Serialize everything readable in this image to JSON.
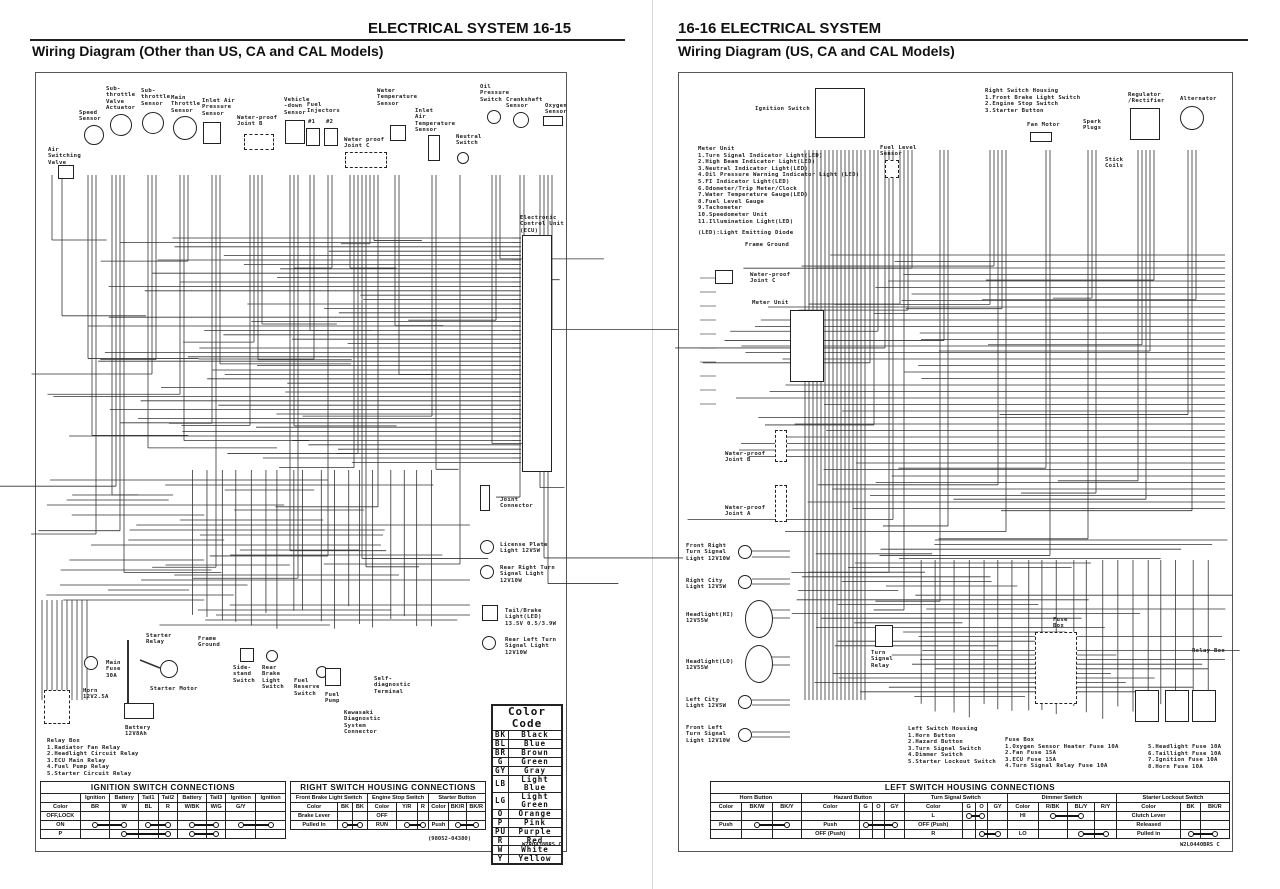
{
  "left_page": {
    "header": "ELECTRICAL SYSTEM 16-15",
    "subtitle": "Wiring Diagram (Other than US, CA and CAL Models)",
    "components": {
      "air_switching_valve": "Air\nSwitching\nValve",
      "speed_sensor": "Speed\nSensor",
      "sub_throttle_actuator": "Sub-\nthrottle\nValve\nActuator",
      "sub_throttle_sensor": "Sub-\nthrottle\nSensor",
      "main_throttle_sensor": "Main\nThrottle\nSensor",
      "inlet_air_pressure": "Inlet Air\nPressure\nSensor",
      "joint_b": "Water-proof\nJoint B",
      "vehicle_down": "Vehicle\n-down\nSensor",
      "fuel_injectors": "Fuel\nInjectors",
      "inj1": "#1",
      "inj2": "#2",
      "joint_c": "Water proof\nJoint C",
      "water_temp": "Water\nTemperature\nSensor",
      "inlet_air_temp": "Inlet\nAir\nTemperature\nSensor",
      "neutral_switch": "Neutral\nSwitch",
      "oil_pressure": "Oil\nPressure\nSwitch",
      "crankshaft": "Crankshaft\nSensor",
      "oxygen": "Oxygen\nSensor",
      "ecu": "Electronic\nControl Unit\n(ECU)",
      "joint_connector": "Joint\nConnector",
      "license_light": "License Plate\nLight 12V5W",
      "rear_right_turn": "Rear Right Turn\nSignal Light\n12V10W",
      "tail_brake": "Tail/Brake\nLight(LED)\n13.5V 0.5/3.9W",
      "rear_left_turn": "Rear Left Turn\nSignal Light\n12V10W",
      "starter_relay": "Starter\nRelay",
      "main_fuse": "Main\nFuse\n30A",
      "horn": "Horn\n12V2.5A",
      "starter_motor": "Starter Motor",
      "battery": "Battery\n12V8Ah",
      "frame_ground": "Frame\nGround",
      "sidestand": "Side-\nstand\nSwitch",
      "rear_brake_switch": "Rear\nBrake\nLight\nSwitch",
      "fuel_reserve": "Fuel\nReserve\nSwitch",
      "fuel_pump": "Fuel\nPump",
      "kds_connector": "Kawasaki\nDiagnostic\nSystem\nConnector",
      "self_diag": "Self-\ndiagnostic\nTerminal"
    },
    "relay_box_legend": [
      "Relay Box",
      "1.Radiator Fan Relay",
      "2.Headlight Circuit Relay",
      "3.ECU Main Relay",
      "4.Fuel Pump Relay",
      "5.Starter Circuit Relay"
    ],
    "ignition_table": {
      "title": "IGNITION SWITCH CONNECTIONS",
      "header": [
        "",
        "Ignition",
        "Battery",
        "Tail1",
        "Tail2",
        "Battery",
        "Tail3",
        "Ignition",
        "Ignition"
      ],
      "colors": [
        "Color",
        "BR",
        "W",
        "BL",
        "R",
        "W/BK",
        "W/G",
        "G/Y",
        ""
      ],
      "rows": [
        {
          "label": "OFF,LOCK",
          "connections": []
        },
        {
          "label": "ON",
          "connections": [
            [
              1,
              2
            ],
            [
              3,
              4
            ],
            [
              5,
              6
            ],
            [
              7,
              8
            ]
          ]
        },
        {
          "label": "P",
          "connections": [
            [
              2,
              4
            ],
            [
              5,
              6
            ]
          ]
        }
      ]
    },
    "right_switch_table": {
      "title": "RIGHT SWITCH HOUSING CONNECTIONS",
      "groups": [
        "Front Brake Light Switch",
        "Engine Stop Switch",
        "Starter Button"
      ],
      "colors": [
        "Color",
        "BK",
        "BK",
        "Color",
        "Y/R",
        "R",
        "Color",
        "BK/R",
        "BK/R"
      ],
      "rows": [
        {
          "cells": [
            "Brake Lever",
            "",
            "",
            "OFF",
            "",
            "",
            "",
            "",
            ""
          ],
          "connections": []
        },
        {
          "cells": [
            "Pulled In",
            "",
            "",
            "RUN",
            "",
            "",
            "Push",
            "",
            ""
          ],
          "connections": [
            [
              1,
              2
            ],
            [
              4,
              5
            ],
            [
              7,
              8
            ]
          ]
        }
      ],
      "part_number": "(98052-04380)"
    },
    "color_code": {
      "title": "Color Code",
      "entries": [
        [
          "BK",
          "Black"
        ],
        [
          "BL",
          "Blue"
        ],
        [
          "BR",
          "Brown"
        ],
        [
          "G",
          "Green"
        ],
        [
          "GY",
          "Gray"
        ],
        [
          "LB",
          "Light Blue"
        ],
        [
          "LG",
          "Light Green"
        ],
        [
          "O",
          "Orange"
        ],
        [
          "P",
          "Pink"
        ],
        [
          "PU",
          "Purple"
        ],
        [
          "R",
          "Red"
        ],
        [
          "W",
          "White"
        ],
        [
          "Y",
          "Yellow"
        ]
      ]
    },
    "figure_code": "W2R0438BRS C"
  },
  "right_page": {
    "header": "16-16 ELECTRICAL SYSTEM",
    "subtitle": "Wiring Diagram (US, CA and CAL Models)",
    "components": {
      "ignition_switch": "Ignition Switch",
      "fuel_level": "Fuel Level\nSensor",
      "frame_ground": "Frame Ground",
      "joint_c": "Water-proof\nJoint C",
      "meter_unit": "Meter Unit",
      "fan_motor": "Fan Motor",
      "spark_plugs": "Spark\nPlugs",
      "stick_coils": "Stick\nCoils",
      "regulator": "Regulator\n/Rectifier",
      "alternator": "Alternator",
      "joint_b": "Water-proof\nJoint B",
      "joint_a": "Water-proof\nJoint A",
      "front_right_turn": "Front Right\nTurn Signal\nLight 12V10W",
      "right_city": "Right City\nLight 12V5W",
      "headlight_hi": "Headlight(HI)\n12V55W",
      "headlight_lo": "Headlight(LO)\n12V55W",
      "left_city": "Left City\nLight 12V5W",
      "front_left_turn": "Front Left\nTurn Signal\nLight 12V10W",
      "turn_signal_relay": "Turn\nSignal\nRelay",
      "fuse_box": "Fuse\nBox",
      "relay_box": "Relay Box"
    },
    "meter_legend": [
      "Meter Unit",
      "1.Turn Signal Indicator Light(LED)",
      "2.High Beam Indicator Light(LED)",
      "3.Neutral Indicator Light(LED)",
      "4.Oil Pressure Warning Indicator Light (LED)",
      "5.FI Indicator Light(LED)",
      "6.Odometer/Trip Meter/Clock",
      "7.Water Temperature Gauge(LED)",
      "8.Fuel Level Gauge",
      "9.Tachometer",
      "10.Speedometer Unit",
      "11.Illumination Light(LED)"
    ],
    "led_note": "(LED):Light Emitting Diode",
    "right_switch_legend": [
      "Right Switch Housing",
      "1.Front Brake Light Switch",
      "2.Engine Stop Switch",
      "3.Starter Button"
    ],
    "left_switch_legend": [
      "Left Switch Housing",
      "1.Horn Button",
      "2.Hazard Button",
      "3.Turn Signal Switch",
      "4.Dimmer Switch",
      "5.Starter Lockout Switch"
    ],
    "fuse_box_legend": [
      "Fuse Box",
      "1.Oxygen Sensor Heater Fuse 10A",
      "2.Fan Fuse 15A",
      "3.ECU Fuse 15A",
      "4.Turn Signal Relay Fuse 10A"
    ],
    "fuse_box_legend2": [
      "5.Headlight Fuse 10A",
      "6.Taillight Fuse 10A",
      "7.Ignition Fuse 10A",
      "8.Horn Fuse 10A"
    ],
    "left_switch_table": {
      "title": "LEFT SWITCH HOUSING CONNECTIONS",
      "groups": [
        [
          "Horn Button",
          3
        ],
        [
          "Hazard Button",
          4
        ],
        [
          "Turn Signal Switch",
          4
        ],
        [
          "Dimmer Switch",
          4
        ],
        [
          "Starter Lockout Switch",
          3
        ]
      ],
      "colors": [
        "Color",
        "BK/W",
        "BK/Y",
        "Color",
        "G",
        "O",
        "GY",
        "Color",
        "G",
        "O",
        "GY",
        "Color",
        "R/BK",
        "BL/Y",
        "R/Y",
        "Color",
        "BK",
        "BK/R"
      ],
      "rows": [
        {
          "cells": [
            "",
            "",
            "",
            "",
            "",
            "",
            "",
            "L",
            "",
            "",
            "",
            "HI",
            "",
            "",
            "",
            "Clutch Lever",
            "",
            ""
          ],
          "connections": [
            [
              8,
              9
            ],
            [
              12,
              13
            ]
          ]
        },
        {
          "cells": [
            "Push",
            "",
            "",
            "Push",
            "",
            "",
            "",
            "OFF (Push)",
            "",
            "",
            "",
            "",
            "",
            "",
            "",
            "Released",
            "",
            ""
          ],
          "connections": [
            [
              1,
              2
            ],
            [
              4,
              6
            ]
          ]
        },
        {
          "cells": [
            "",
            "",
            "",
            "OFF (Push)",
            "",
            "",
            "",
            "R",
            "",
            "",
            "",
            "LO",
            "",
            "",
            "",
            "Pulled in",
            "",
            ""
          ],
          "connections": [
            [
              9,
              10
            ],
            [
              13,
              14
            ],
            [
              16,
              17
            ]
          ]
        }
      ]
    },
    "figure_code": "W2L0440BRS C"
  }
}
